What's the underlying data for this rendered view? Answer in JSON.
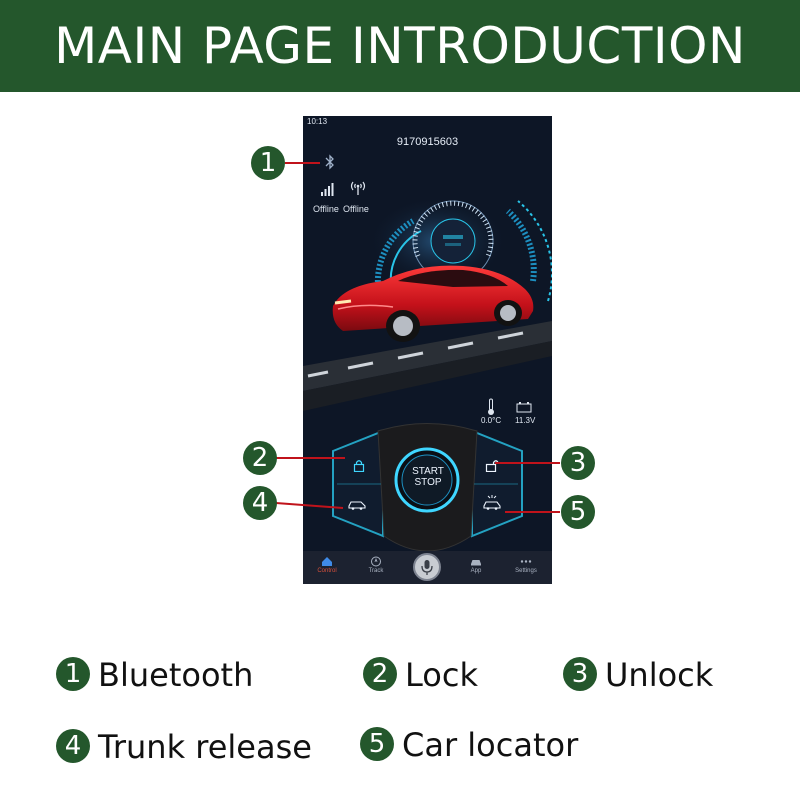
{
  "banner": {
    "title": "MAIN PAGE INTRODUCTION"
  },
  "phone": {
    "status_time": "10:13",
    "number": "9170915603",
    "bluetooth_icon": "bluetooth-icon",
    "signal": {
      "icon": "signal-bars-icon",
      "label": "Offline"
    },
    "network": {
      "icon": "antenna-icon",
      "label": "Offline"
    },
    "temperature": "0.0°C",
    "voltage": "11.3V",
    "start_button": {
      "line1": "START",
      "line2": "STOP"
    },
    "nav": [
      {
        "label": "Control",
        "icon": "car-home-icon",
        "active": true
      },
      {
        "label": "Track",
        "icon": "compass-icon",
        "active": false
      },
      {
        "label": "",
        "icon": "microphone-icon",
        "active": false
      },
      {
        "label": "App",
        "icon": "car-app-icon",
        "active": false
      },
      {
        "label": "Settings",
        "icon": "more-dots-icon",
        "active": false
      }
    ],
    "accent_color": "#29c4e8",
    "car_color": "#d01820"
  },
  "callouts": [
    "1",
    "2",
    "3",
    "4",
    "5"
  ],
  "legend": [
    {
      "num": "1",
      "label": "Bluetooth"
    },
    {
      "num": "2",
      "label": "Lock"
    },
    {
      "num": "3",
      "label": "Unlock"
    },
    {
      "num": "4",
      "label": "Trunk release"
    },
    {
      "num": "5",
      "label": "Car locator"
    }
  ],
  "colors": {
    "brand_green": "#24572c"
  }
}
